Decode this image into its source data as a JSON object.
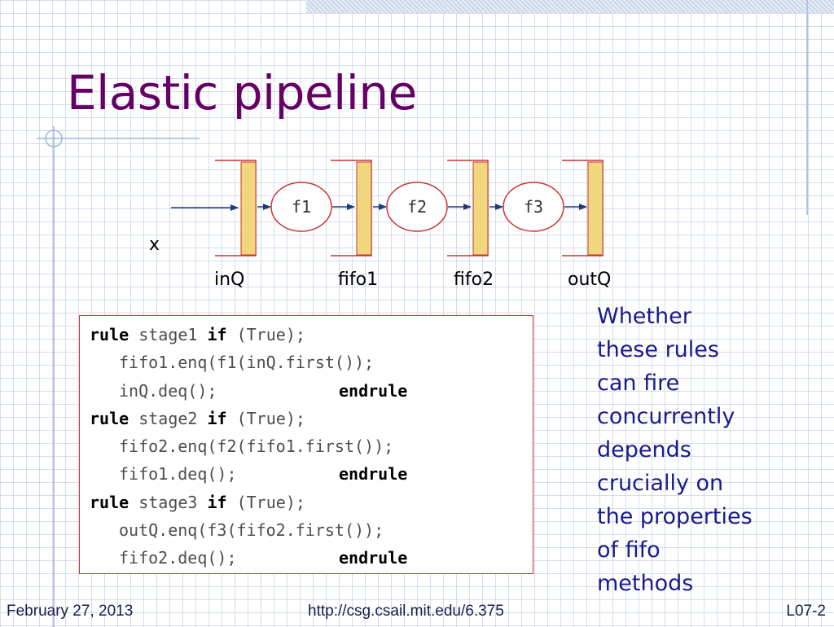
{
  "slide": {
    "title": "Elastic pipeline",
    "footer": {
      "date": "February 27, 2013",
      "url": "http://csg.csail.mit.edu/6.375",
      "slide_number": "L07-2"
    }
  },
  "diagram": {
    "input_label": "x",
    "fifos": [
      "inQ",
      "fifo1",
      "fifo2",
      "outQ"
    ],
    "functions": [
      "f1",
      "f2",
      "f3"
    ],
    "colors": {
      "fifo_fill": "#f0d77e",
      "fifo_border": "#cc3333",
      "arrow": "#1f3a7a",
      "function_border": "#cc3333"
    }
  },
  "code": {
    "rules": [
      {
        "kw_rule": "rule",
        "name": " stage1 ",
        "kw_if": "if",
        "cond": " (True);",
        "body1": "fifo1.enq(f1(inQ.first());",
        "body2": "inQ.deq();",
        "kw_end": "endrule"
      },
      {
        "kw_rule": "rule",
        "name": " stage2 ",
        "kw_if": "if",
        "cond": " (True);",
        "body1": "fifo2.enq(f2(fifo1.first());",
        "body2": "fifo1.deq();",
        "kw_end": "endrule"
      },
      {
        "kw_rule": "rule",
        "name": " stage3 ",
        "kw_if": "if",
        "cond": " (True);",
        "body1": "outQ.enq(f3(fifo2.first());",
        "body2": "fifo2.deq();",
        "kw_end": "endrule"
      }
    ]
  },
  "note": {
    "lines": [
      "Whether",
      "these rules",
      "can fire",
      "concurrently",
      "depends",
      "crucially on",
      "the properties",
      "of fifo",
      "methods"
    ]
  }
}
